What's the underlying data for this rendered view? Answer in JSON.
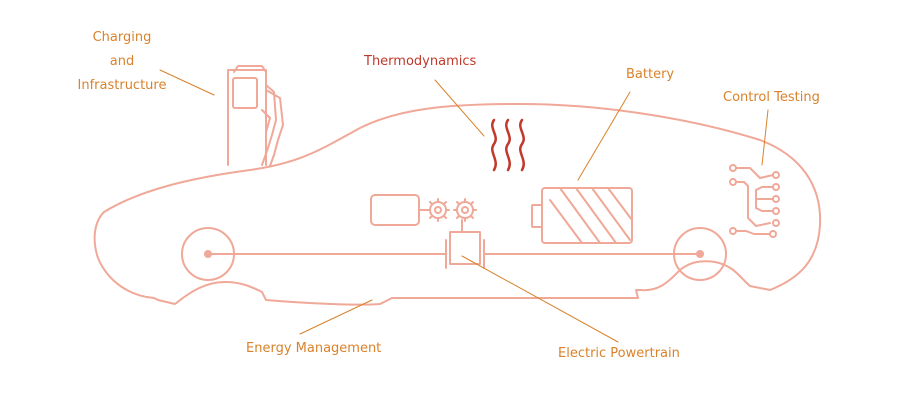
{
  "colors": {
    "outline": "#f0a898",
    "label_orange": "#d9822b",
    "label_red": "#c0392b",
    "leader": "#d9822b"
  },
  "labels": {
    "charging_line1": "Charging",
    "charging_line2": "and",
    "charging_line3": "Infrastructure",
    "thermodynamics": "Thermodynamics",
    "battery": "Battery",
    "control_testing": "Control Testing",
    "energy_management": "Energy Management",
    "electric_powertrain": "Electric Powertrain"
  },
  "icons": [
    "charging-station-icon",
    "heat-waves-icon",
    "battery-icon",
    "circuit-board-icon",
    "motor-icon",
    "gears-icon",
    "wheel-icon",
    "car-outline"
  ]
}
